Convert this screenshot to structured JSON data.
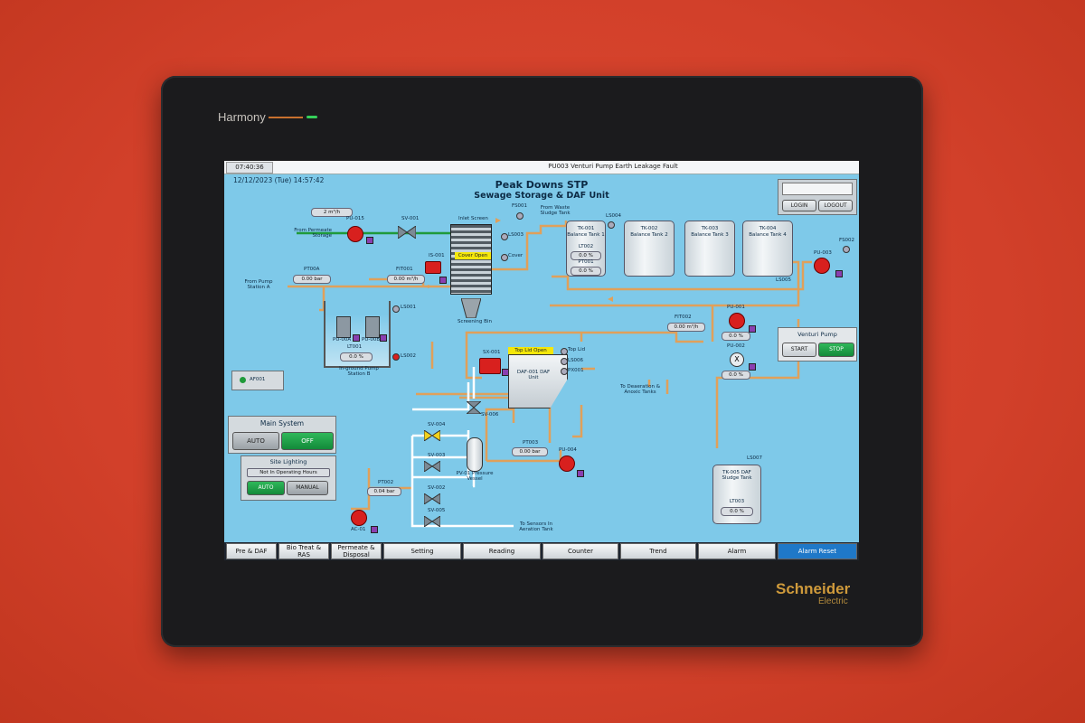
{
  "device": {
    "brand": "Harmony",
    "maker": "Schneider",
    "maker_sub": "Electric"
  },
  "header": {
    "time": "07:40:36",
    "alarm_message": "PU003 Venturi Pump Earth Leakage Fault",
    "date": "12/12/2023 (Tue) 14:57:42",
    "title": "Peak Downs STP",
    "subtitle": "Sewage Storage & DAF Unit"
  },
  "login": {
    "login_label": "LOGIN",
    "logout_label": "LOGOUT"
  },
  "inlet": {
    "permeate_flow": "2 m³/h",
    "pu015": "PU-015",
    "from_permeate": "From Permeate Storage",
    "sv001": "SV-001",
    "screen_label": "Inlet Screen",
    "cover_open": "Cover Open",
    "cover": "Cover",
    "ls003": "LS003",
    "fs001": "FS001",
    "is001": "IS-001",
    "screening_bin": "Screening Bin",
    "from_waste": "From Waste Sludge Tank",
    "pt00a": "PT00A",
    "pt00a_val": "0.00 bar",
    "fit001": "FIT001",
    "fit001_val": "0.00 m³/h",
    "from_ps_a": "From Pump Station A"
  },
  "pump_station": {
    "ls001": "LS001",
    "ls002": "LS002",
    "pu_a": "PU-00A",
    "pu_b": "PU-00B",
    "lt001": "LT001",
    "level": "0.0 %",
    "name": "In-ground Pump Station B"
  },
  "tanks": [
    {
      "tag": "TK-001",
      "name": "Balance Tank 1",
      "lt": "LT002",
      "lt_val": "0.0 %",
      "pt": "PT001",
      "pt_val": "0.0 %"
    },
    {
      "tag": "TK-002",
      "name": "Balance Tank 2"
    },
    {
      "tag": "TK-003",
      "name": "Balance Tank 3"
    },
    {
      "tag": "TK-004",
      "name": "Balance Tank 4"
    }
  ],
  "balance": {
    "ls004": "LS004",
    "ls005": "LS005",
    "pu003": "PU-003",
    "fs002": "FS002"
  },
  "daf": {
    "sx001": "SX-001",
    "top_lid_open": "Top Lid Open",
    "top_lid": "Top Lid",
    "ls006": "LS006",
    "px001": "PX001",
    "name": "DAF-001 DAF Unit",
    "to_deaeration": "To Deaeration & Anoxic Tanks"
  },
  "feed": {
    "fit002": "FIT002",
    "fit002_val": "0.00 m³/h",
    "pu001": "PU-001",
    "pu001_val": "0.0 %",
    "pu002": "PU-002",
    "pu002_val": "0.0 %"
  },
  "venturi": {
    "title": "Venturi Pump",
    "start": "START",
    "stop": "STOP"
  },
  "af001": "AF001",
  "main_system": {
    "title": "Main System",
    "auto": "AUTO",
    "off": "OFF"
  },
  "site_lighting": {
    "title": "Site Lighting",
    "status": "Not In Operating Hours",
    "auto": "AUTO",
    "manual": "MANUAL"
  },
  "air": {
    "sv004": "SV-004",
    "sv003": "SV-003",
    "sv002": "SV-002",
    "sv005": "SV-005",
    "sv006": "SV-006",
    "pt003": "PT003",
    "pt003_val": "0.00 bar",
    "pt002": "PT002",
    "pt002_val": "0.04 bar",
    "pv01": "PV-01 Pressure Vessel",
    "pu004": "PU-004",
    "ac01": "AC-01",
    "to_sensors": "To Sensors In Aeration Tank"
  },
  "sludge": {
    "ls007": "LS007",
    "tag": "TK-005 DAF Sludge Tank",
    "lt003": "LT003",
    "val": "0.0 %"
  },
  "tabs": [
    "Pre & DAF",
    "Bio Treat & RAS",
    "Permeate & Disposal",
    "Setting",
    "Reading",
    "Counter",
    "Trend",
    "Alarm",
    "Alarm Reset"
  ],
  "colors": {
    "background": "#7ec9e9",
    "pipe": "#e0a05a",
    "green_pipe": "#1f9a3a",
    "air_pipe": "#ffffff",
    "pump": "#d8201e",
    "active_tab": "#1f78c8"
  }
}
